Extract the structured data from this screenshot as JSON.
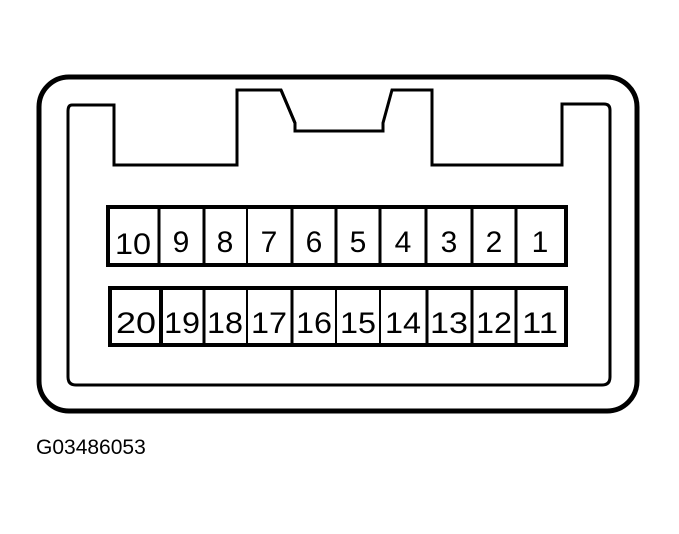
{
  "diagram": {
    "type": "connector-pinout",
    "caption": "G03486053",
    "colors": {
      "line": "#000000",
      "background": "#ffffff"
    },
    "rows": [
      {
        "name": "top",
        "pins": [
          "10",
          "9",
          "8",
          "7",
          "6",
          "5",
          "4",
          "3",
          "2",
          "1"
        ]
      },
      {
        "name": "bottom",
        "pins": [
          "20",
          "19",
          "18",
          "17",
          "16",
          "15",
          "14",
          "13",
          "12",
          "11"
        ]
      }
    ]
  }
}
